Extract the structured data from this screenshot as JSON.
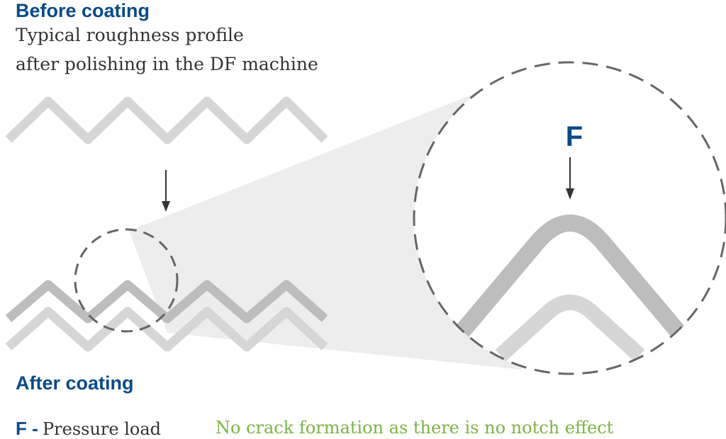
{
  "labels": {
    "before_title": "Before coating",
    "subtitle_line1": "Typical roughness profile",
    "subtitle_line2": "after polishing in the DF machine",
    "after_title": "After coating",
    "force_symbol": "F",
    "legend_symbol": "F -",
    "legend_text": "Pressure load",
    "note": "No crack formation as there is no notch effect"
  },
  "colors": {
    "heading": "#0a4a8c",
    "body_text": "#333333",
    "note": "#7cb342",
    "profile_light": "#d6d6d6",
    "profile_dark": "#bdbdbd",
    "arrow": "#333333",
    "zoom_fill": "#ededed",
    "dashed_circle": "#666666"
  }
}
